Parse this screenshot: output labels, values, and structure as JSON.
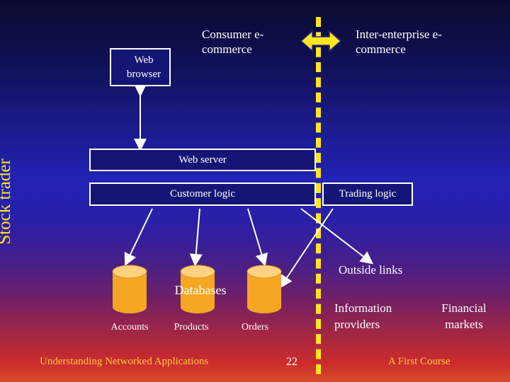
{
  "slide": {
    "headings": {
      "consumer": "Consumer e-commerce",
      "inter_enterprise": "Inter-enterprise e-commerce"
    },
    "side_label": "Stock trader",
    "boxes": {
      "web_browser": "Web browser",
      "web_server": "Web server",
      "customer_logic": "Customer logic",
      "trading_logic": "Trading logic"
    },
    "databases": {
      "group_label": "Databases",
      "items": [
        {
          "label": "Accounts"
        },
        {
          "label": "Products"
        },
        {
          "label": "Orders"
        }
      ]
    },
    "right_labels": {
      "outside_links": "Outside links",
      "information_providers": "Information providers",
      "financial_markets": "Financial markets"
    },
    "footer": {
      "left": "Understanding Networked Applications",
      "page": "22",
      "right": "A First Course"
    },
    "colors": {
      "divider": "#ffe71e",
      "arrow": "#ffe71e",
      "box_border": "#ffffff",
      "box_fill": "#151575",
      "db_body": "#f5a623",
      "db_top": "#ffd27f",
      "footer_text": "#ffcc44"
    }
  }
}
